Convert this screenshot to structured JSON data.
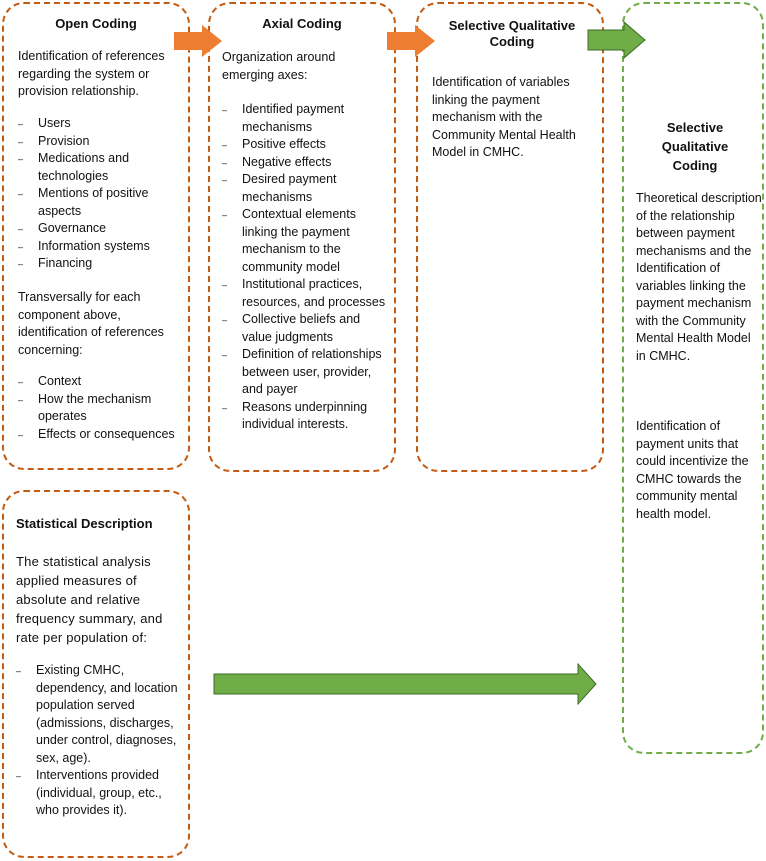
{
  "colors": {
    "orange_border": "#c55a11",
    "orange_arrow": "#ed7d31",
    "green_border": "#70ad47",
    "green_arrow": "#70ad47",
    "green_arrow_outline": "#3d6b28"
  },
  "open_coding": {
    "title": "Open Coding",
    "intro": "Identification of references regarding the system or provision relationship.",
    "items": [
      "Users",
      "Provision",
      "Medications and technologies",
      "Mentions of positive aspects",
      "Governance",
      "Information systems",
      "Financing"
    ],
    "transversal": "Transversally for each component above, identification of references concerning:",
    "items2": [
      "Context",
      "How the mechanism operates",
      "Effects or consequences"
    ]
  },
  "axial_coding": {
    "title": "Axial Coding",
    "intro": "Organization around emerging axes:",
    "items": [
      "Identified payment mechanisms",
      "Positive effects",
      "Negative effects",
      "Desired payment mechanisms",
      "Contextual elements linking the payment mechanism to the community model",
      "Institutional practices, resources, and processes",
      "Collective beliefs and value judgments",
      "Definition of relationships between user, provider, and payer",
      "Reasons underpinning individual interests."
    ]
  },
  "selective_coding": {
    "title": "Selective Qualitative Coding",
    "text": "Identification of variables linking the payment mechanism with the Community Mental Health Model in CMHC."
  },
  "final_box": {
    "title": "Selective Qualitative Coding",
    "para1": "Theoretical description of the relationship between payment mechanisms and the   Identification of variables linking the payment mechanism with the Community Mental Health Model in CMHC.",
    "para2": "Identification of payment units that could incentivize the CMHC towards the community mental health model."
  },
  "statistical": {
    "title": "Statistical Description",
    "intro": "The statistical analysis applied measures of absolute and relative frequency summary, and rate per population of:",
    "items": [
      "Existing CMHC, dependency, and location population served (admissions, discharges, under control, diagnoses, sex, age).",
      "Interventions provided (individual, group, etc., who provides it)."
    ]
  }
}
